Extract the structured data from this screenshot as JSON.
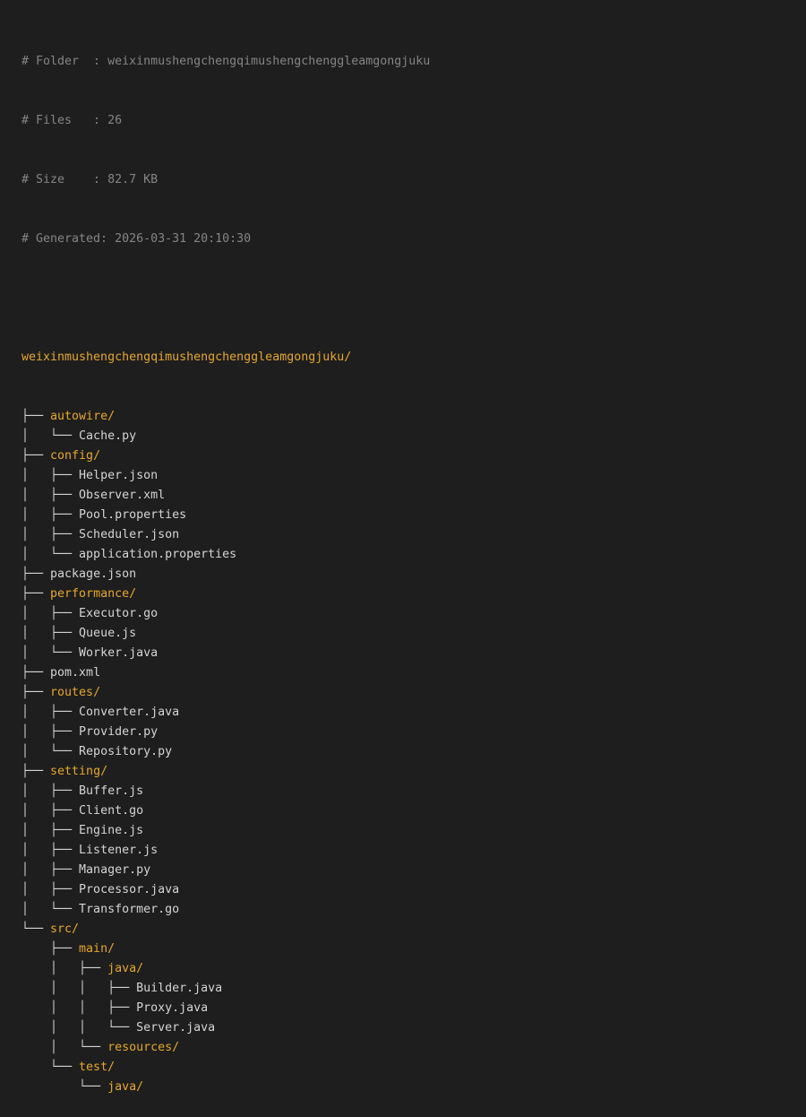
{
  "header": {
    "folder_line": "# Folder  : weixinmushengchengqimushengchenggleamgongjuku",
    "files_line": "# Files   : 26",
    "size_line": "# Size    : 82.7 KB",
    "generated_line": "# Generated: 2026-03-31 20:10:30"
  },
  "colors": {
    "background": "#1e1e1e",
    "meta_text": "#858585",
    "directory": "#e5a82b",
    "file": "#d4d4d4"
  },
  "tree": {
    "root": "weixinmushengchengqimushengchenggleamgongjuku/",
    "lines": [
      {
        "prefix": "├── ",
        "name": "autowire/",
        "kind": "dir"
      },
      {
        "prefix": "│   └── ",
        "name": "Cache.py",
        "kind": "file"
      },
      {
        "prefix": "├── ",
        "name": "config/",
        "kind": "dir"
      },
      {
        "prefix": "│   ├── ",
        "name": "Helper.json",
        "kind": "file"
      },
      {
        "prefix": "│   ├── ",
        "name": "Observer.xml",
        "kind": "file"
      },
      {
        "prefix": "│   ├── ",
        "name": "Pool.properties",
        "kind": "file"
      },
      {
        "prefix": "│   ├── ",
        "name": "Scheduler.json",
        "kind": "file"
      },
      {
        "prefix": "│   └── ",
        "name": "application.properties",
        "kind": "file"
      },
      {
        "prefix": "├── ",
        "name": "package.json",
        "kind": "file"
      },
      {
        "prefix": "├── ",
        "name": "performance/",
        "kind": "dir"
      },
      {
        "prefix": "│   ├── ",
        "name": "Executor.go",
        "kind": "file"
      },
      {
        "prefix": "│   ├── ",
        "name": "Queue.js",
        "kind": "file"
      },
      {
        "prefix": "│   └── ",
        "name": "Worker.java",
        "kind": "file"
      },
      {
        "prefix": "├── ",
        "name": "pom.xml",
        "kind": "file"
      },
      {
        "prefix": "├── ",
        "name": "routes/",
        "kind": "dir"
      },
      {
        "prefix": "│   ├── ",
        "name": "Converter.java",
        "kind": "file"
      },
      {
        "prefix": "│   ├── ",
        "name": "Provider.py",
        "kind": "file"
      },
      {
        "prefix": "│   └── ",
        "name": "Repository.py",
        "kind": "file"
      },
      {
        "prefix": "├── ",
        "name": "setting/",
        "kind": "dir"
      },
      {
        "prefix": "│   ├── ",
        "name": "Buffer.js",
        "kind": "file"
      },
      {
        "prefix": "│   ├── ",
        "name": "Client.go",
        "kind": "file"
      },
      {
        "prefix": "│   ├── ",
        "name": "Engine.js",
        "kind": "file"
      },
      {
        "prefix": "│   ├── ",
        "name": "Listener.js",
        "kind": "file"
      },
      {
        "prefix": "│   ├── ",
        "name": "Manager.py",
        "kind": "file"
      },
      {
        "prefix": "│   ├── ",
        "name": "Processor.java",
        "kind": "file"
      },
      {
        "prefix": "│   └── ",
        "name": "Transformer.go",
        "kind": "file"
      },
      {
        "prefix": "└── ",
        "name": "src/",
        "kind": "dir"
      },
      {
        "prefix": "    ├── ",
        "name": "main/",
        "kind": "dir"
      },
      {
        "prefix": "    │   ├── ",
        "name": "java/",
        "kind": "dir"
      },
      {
        "prefix": "    │   │   ├── ",
        "name": "Builder.java",
        "kind": "file"
      },
      {
        "prefix": "    │   │   ├── ",
        "name": "Proxy.java",
        "kind": "file"
      },
      {
        "prefix": "    │   │   └── ",
        "name": "Server.java",
        "kind": "file"
      },
      {
        "prefix": "    │   └── ",
        "name": "resources/",
        "kind": "dir"
      },
      {
        "prefix": "    └── ",
        "name": "test/",
        "kind": "dir"
      },
      {
        "prefix": "        └── ",
        "name": "java/",
        "kind": "dir"
      }
    ]
  }
}
